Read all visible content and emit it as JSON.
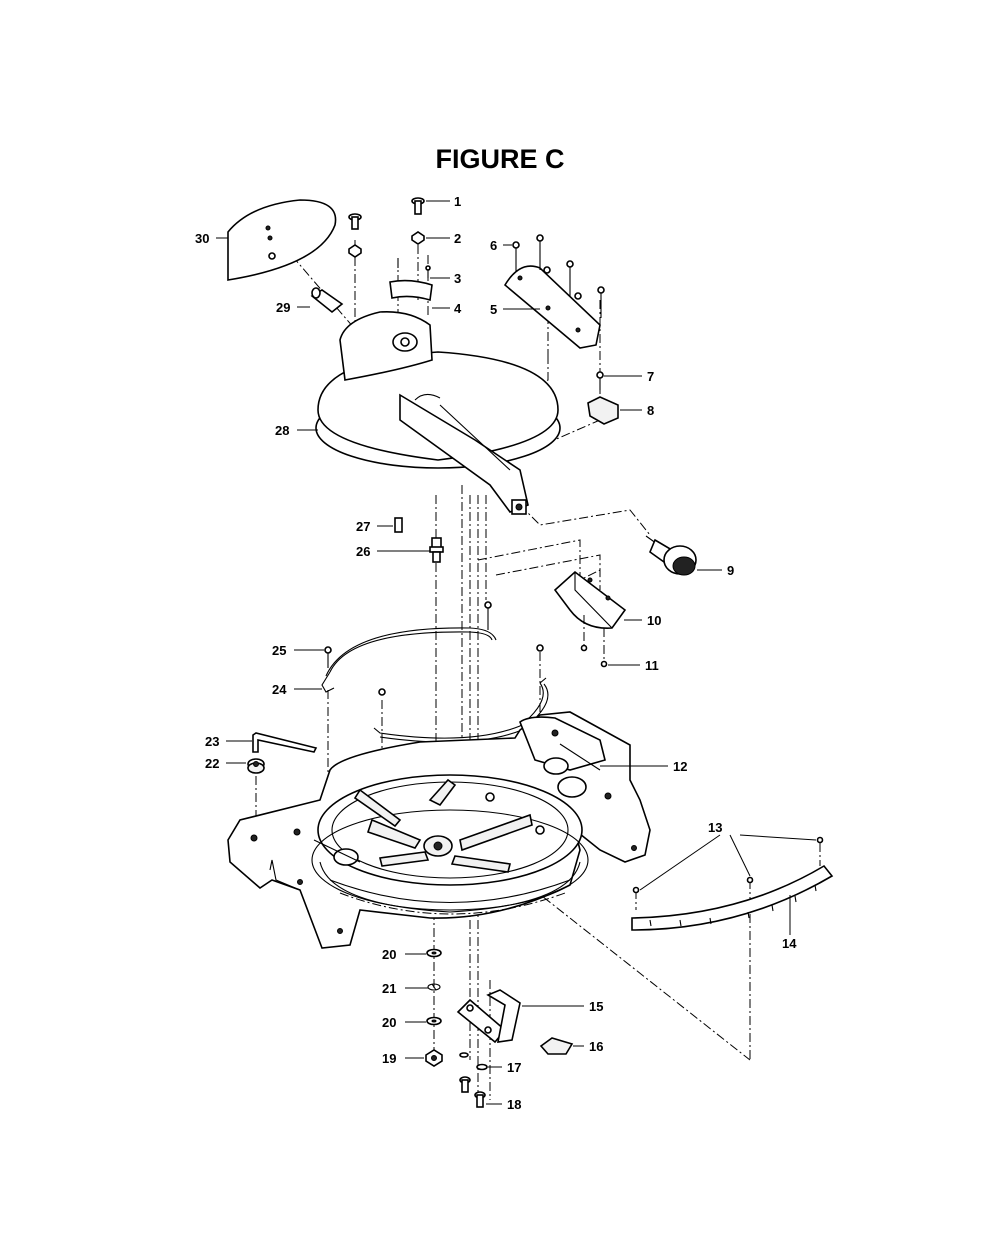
{
  "figure": {
    "title": "FIGURE C"
  },
  "callouts": {
    "c1": "1",
    "c2": "2",
    "c3": "3",
    "c4": "4",
    "c5": "5",
    "c6": "6",
    "c7": "7",
    "c8": "8",
    "c9": "9",
    "c10": "10",
    "c11": "11",
    "c12": "12",
    "c13": "13",
    "c14": "14",
    "c15": "15",
    "c16": "16",
    "c17": "17",
    "c18": "18",
    "c19": "19",
    "c20a": "20",
    "c20b": "20",
    "c21": "21",
    "c22": "22",
    "c23": "23",
    "c24": "24",
    "c25": "25",
    "c26": "26",
    "c27": "27",
    "c28": "28",
    "c29": "29",
    "c30": "30"
  },
  "colors": {
    "line": "#000000",
    "background": "#ffffff",
    "shade": "#f2f2f2"
  }
}
